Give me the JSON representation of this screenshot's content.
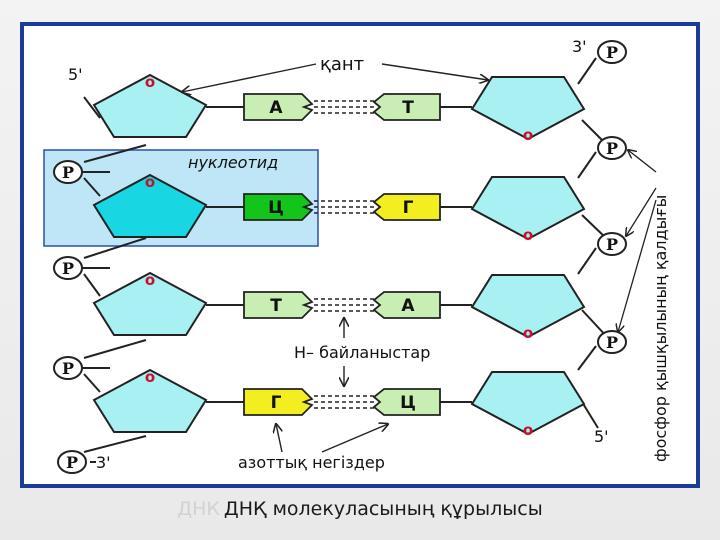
{
  "labels": {
    "sugar": "қант",
    "nucleotide": "нуклеотид",
    "h_bonds": "Н– байланыстар",
    "base": "азоттық негіздер",
    "phosphate_residue": "фосфор қышқылының қалдығы",
    "prime5": "5'",
    "prime3": "3'",
    "o": "о",
    "p": "Р"
  },
  "pairs": [
    {
      "left": "А",
      "right": "Т",
      "left_color": "#c8eeb4",
      "right_color": "#c8eeb4"
    },
    {
      "left": "Ц",
      "right": "Г",
      "left_color": "#13c41a",
      "right_color": "#f2ee20"
    },
    {
      "left": "Т",
      "right": "А",
      "left_color": "#c8eeb4",
      "right_color": "#c8eeb4"
    },
    {
      "left": "Г",
      "right": "Ц",
      "left_color": "#f2ee20",
      "right_color": "#c8eeb4"
    }
  ],
  "caption": {
    "ghost": "ДНК",
    "main": "ДНҚ молекуласының құрылысы"
  },
  "colors": {
    "sugar": "#a8f0f2",
    "sugar_highlight": "#18d6e2",
    "nucleotide_box": "#bfe6f6",
    "oxygen": "#c8102e"
  }
}
